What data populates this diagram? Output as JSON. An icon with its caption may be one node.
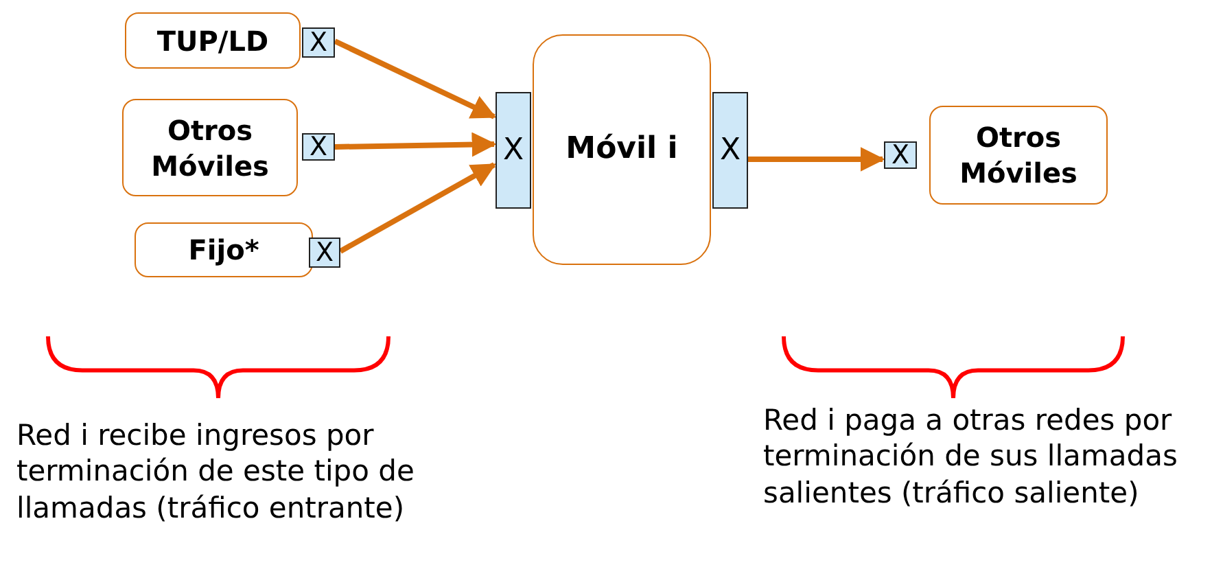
{
  "diagram": {
    "nodes": [
      {
        "text": [
          "TUP/LD"
        ]
      },
      {
        "text": [
          "X"
        ]
      },
      {
        "text": [
          "Otros Móviles"
        ]
      },
      {
        "text": [
          "X"
        ]
      },
      {
        "text": [
          "Fijo*"
        ]
      },
      {
        "text": [
          "X"
        ]
      },
      {
        "text": [
          "X"
        ]
      },
      {
        "text": [
          "Móvil i"
        ]
      },
      {
        "text": [
          "X"
        ]
      },
      {
        "text": [
          "X"
        ]
      },
      {
        "text": [
          "Otros Móviles"
        ]
      }
    ],
    "edges": [
      {
        "from": 1,
        "to": 6,
        "arrow": "to"
      },
      {
        "from": 3,
        "to": 6,
        "arrow": "to"
      },
      {
        "from": 5,
        "to": 6,
        "arrow": "to"
      },
      {
        "from": 8,
        "to": 9,
        "arrow": "to"
      }
    ],
    "labels": [
      "Red i recibe ingresos por terminación de este tipo de llamadas (tráfico entrante)",
      "Red i paga a otras redes por terminación de sus llamadas salientes (tráfico saliente)"
    ]
  }
}
